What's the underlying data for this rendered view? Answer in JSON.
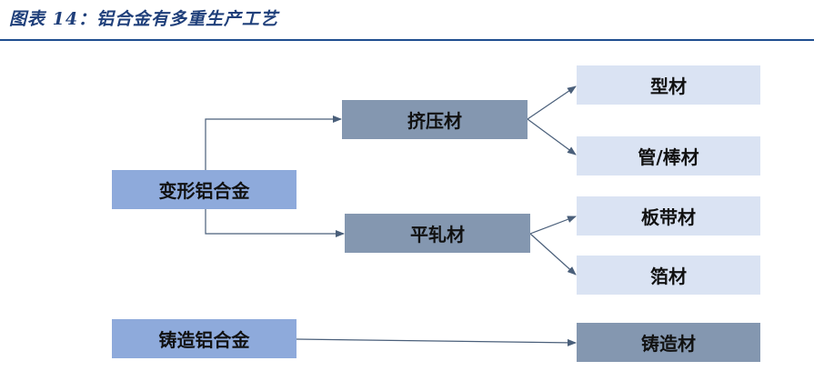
{
  "title": "图表 14：铝合金有多重生产工艺",
  "nodes": {
    "wrought_alloy": "变形铝合金",
    "cast_alloy": "铸造铝合金",
    "extruded": "挤压材",
    "rolled": "平轧材",
    "profile": "型材",
    "tube_rod": "管/棒材",
    "plate_strip": "板带材",
    "foil": "箔材",
    "casting": "铸造材"
  },
  "colors": {
    "source_box": "#8eaadb",
    "process_box": "#8497b0",
    "product_box": "#dae3f3",
    "connector": "#4a5f7a",
    "title_rule": "#1f4e8f"
  }
}
